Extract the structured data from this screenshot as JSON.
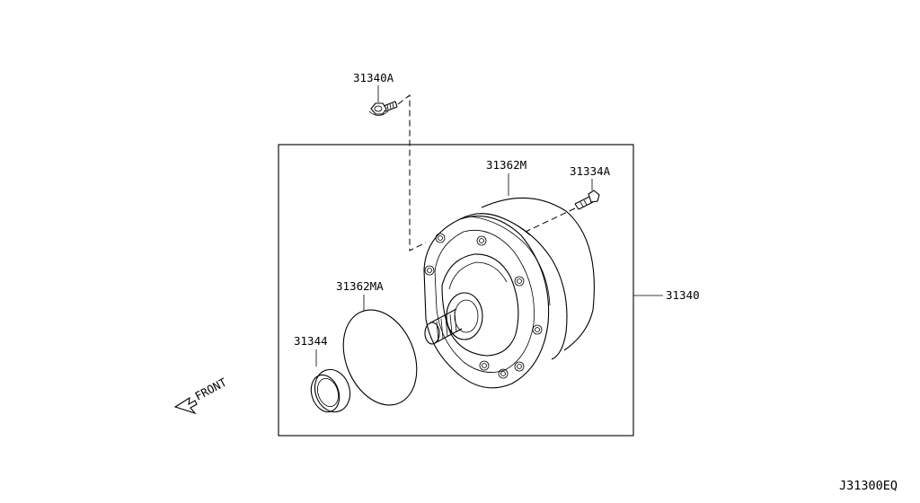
{
  "diagram": {
    "drawing_code": "J31300EQ",
    "direction_label": "FRONT",
    "callouts": {
      "bolt_top": "31340A",
      "o_ring_top": "31362M",
      "bolt_right": "31334A",
      "pump_assembly": "31340",
      "o_ring_inner": "31362MA",
      "oil_seal": "31344"
    }
  }
}
